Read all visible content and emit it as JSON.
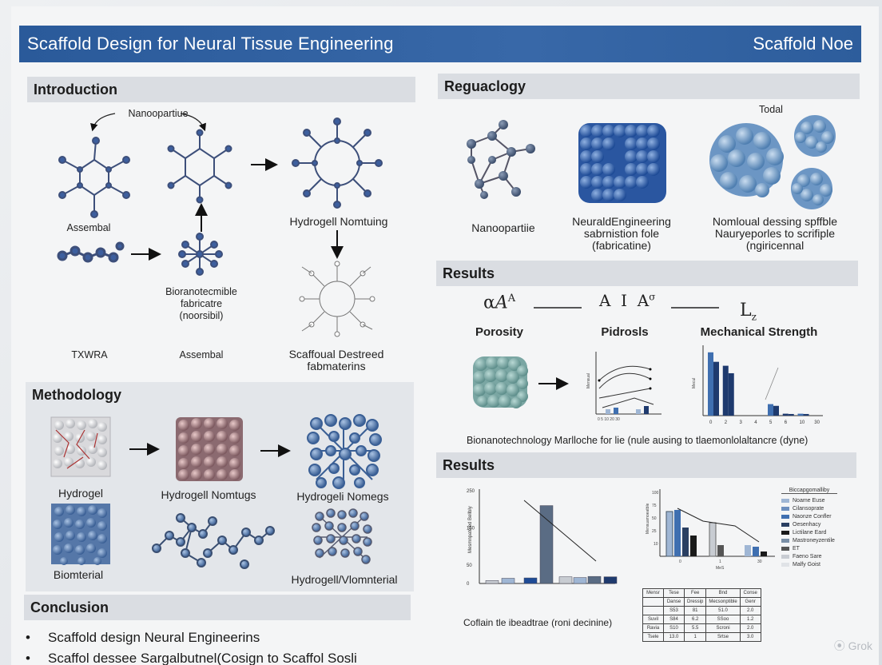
{
  "title": "Scaffold Design for Neural Tissue Engineering",
  "title_right": "Scaffold Noe",
  "sections": {
    "introduction": "Introduction",
    "regulatory": "Reguaclogy",
    "results1": "Results",
    "methodology": "Methodology",
    "results2": "Results",
    "conclusion": "Conclusion"
  },
  "intro": {
    "nanoparticle": "Nanoopartiue",
    "assembal": "Assembal",
    "hydrogel_nomting": "Hydrogell Nomtuing",
    "biomaterial_lines": [
      "Bioranotecmible",
      "fabricatre",
      "(noorsibil)"
    ],
    "txwra": "TXWRA",
    "assembal2": "Assembal",
    "scaffold_lines": [
      "Scaffoual Destreed",
      "fabmaterins"
    ]
  },
  "regulatory": {
    "total": "Todal",
    "nanoparticle": "Nanoopartiie",
    "neural_lines": [
      "NeuraldEngineering",
      "sabrnistion fole",
      "(fabricatine)"
    ],
    "nominal_lines": [
      "Nomloual dessing spffble",
      "Nauryeporles to scrifiple",
      "(ngiricennal"
    ]
  },
  "results1": {
    "porosity": "Porosity",
    "pidrosls": "Pidrosls",
    "mechanical": "Mechanical Strength",
    "caption": "Bionanotechnology Marlloche for lie (nule ausing to tlaemonlolaltancre (dyne)"
  },
  "methodology": {
    "hydrogel": "Hydrogel",
    "hydrogel_nomtugs": "Hydrogell Nomtugs",
    "hydrogel_nomegs": "Hydrogeli Nomegs",
    "biomterial": "Biomterial",
    "hydrogel_vlom": "Hydrogell/Vlomnterial"
  },
  "results2": {
    "caption": "Coflain tle ibeadtrae (roni decinine)",
    "legend_title": "Biccapgomalliby",
    "legend": [
      "Noame Euse",
      "Cilansoprate",
      "Naonze Confler",
      "Oesenhacy",
      "Lictilane Eard",
      "Mastroneyzentile",
      "ET",
      "Faeno Sare",
      "Malfy Goist"
    ]
  },
  "conclusion": {
    "bullets": [
      "Scaffold design Neural Engineerins",
      "Scaffol dessee Sargalbutnel(Cosign to Scaffol Sosli"
    ]
  },
  "watermark": "Grok",
  "chart_data": [
    {
      "type": "bar",
      "title": "Mechanical Strength",
      "categories": [
        "0",
        "2",
        "3",
        "4",
        "5",
        "6",
        "10",
        "30"
      ],
      "series": [
        {
          "name": "",
          "values": [
            33,
            26,
            0,
            0,
            6,
            1,
            1,
            0
          ]
        }
      ]
    },
    {
      "type": "bar",
      "categories": [
        "",
        "",
        "",
        ""
      ],
      "series": [
        {
          "name": "",
          "values": [
            8,
            15,
            18,
            19
          ]
        },
        {
          "name": "",
          "values": [
            14,
            210,
            16,
            18
          ]
        }
      ],
      "ylim": [
        0,
        250
      ]
    }
  ],
  "colors": {
    "title_bar": "#2f62a3",
    "molecule_blue": "#3d5f9e",
    "bar_dark": "#1e3a6e",
    "bar_mid": "#3f6fb0",
    "bar_light": "#9fb6d4"
  }
}
